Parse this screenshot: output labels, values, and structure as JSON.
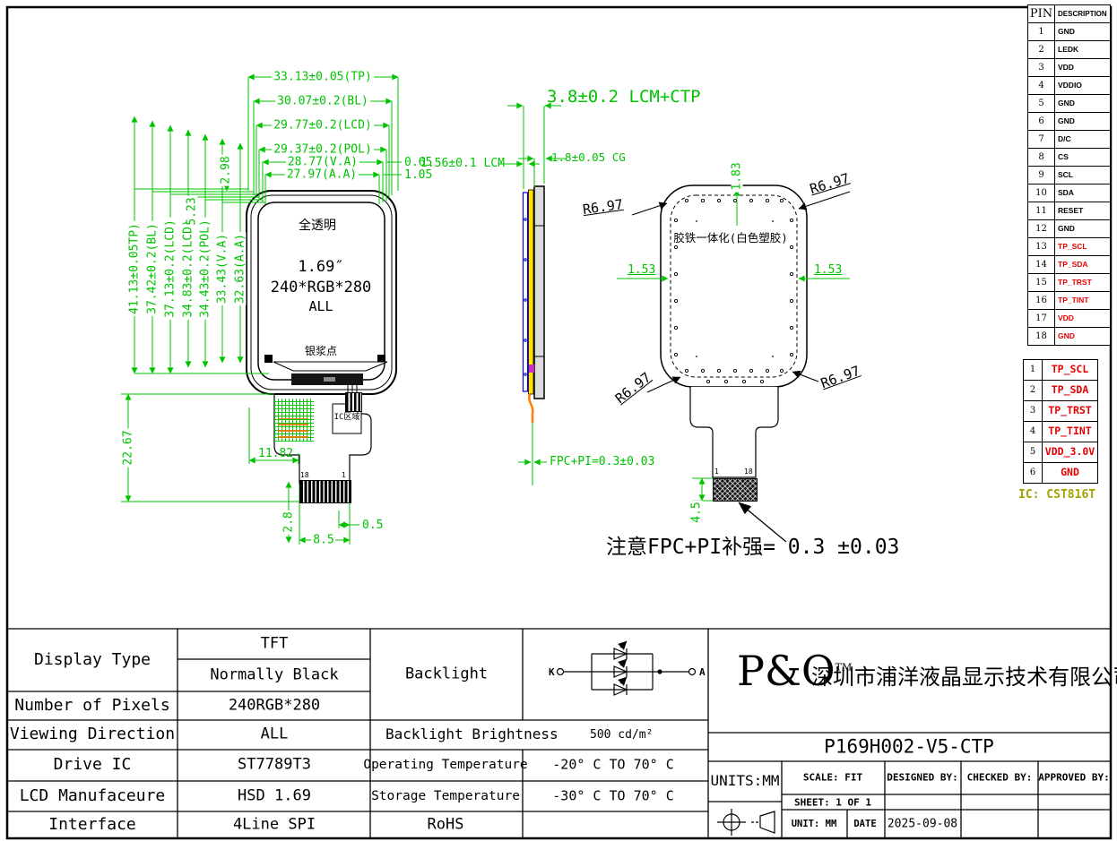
{
  "colors": {
    "dimension_green": "#00c300",
    "signal_red": "#e80000",
    "ic_note_olive": "#a3a300",
    "fpc_orange": "#ff8000",
    "layer_yellow": "#ffe200",
    "layer_blue": "#0000dd"
  },
  "pin_table": {
    "headers": [
      "PIN",
      "DESCRIPTION"
    ],
    "rows": [
      {
        "pin": "1",
        "desc": "GND"
      },
      {
        "pin": "2",
        "desc": "LEDK"
      },
      {
        "pin": "3",
        "desc": "VDD"
      },
      {
        "pin": "4",
        "desc": "VDDIO"
      },
      {
        "pin": "5",
        "desc": "GND"
      },
      {
        "pin": "6",
        "desc": "GND"
      },
      {
        "pin": "7",
        "desc": "D/C"
      },
      {
        "pin": "8",
        "desc": "CS"
      },
      {
        "pin": "9",
        "desc": "SCL"
      },
      {
        "pin": "10",
        "desc": "SDA"
      },
      {
        "pin": "11",
        "desc": "RESET"
      },
      {
        "pin": "12",
        "desc": "GND"
      },
      {
        "pin": "13",
        "desc": "TP_SCL"
      },
      {
        "pin": "14",
        "desc": "TP_SDA"
      },
      {
        "pin": "15",
        "desc": "TP_TRST"
      },
      {
        "pin": "16",
        "desc": "TP_TINT"
      },
      {
        "pin": "17",
        "desc": "VDD"
      },
      {
        "pin": "18",
        "desc": "GND"
      }
    ]
  },
  "ctp_table": {
    "rows": [
      {
        "pin": "1",
        "label": "TP_SCL"
      },
      {
        "pin": "2",
        "label": "TP_SDA"
      },
      {
        "pin": "3",
        "label": "TP_TRST"
      },
      {
        "pin": "4",
        "label": "TP_TINT"
      },
      {
        "pin": "5",
        "label": "VDD_3.0V"
      },
      {
        "pin": "6",
        "label": "GND"
      }
    ],
    "ic_note": "IC: CST816T"
  },
  "front_view": {
    "dims_top": [
      "33.13±0.05(TP)",
      "30.07±0.2(BL)",
      "29.77±0.2(LCD)",
      "29.37±0.2(POL)",
      "28.77(V.A)",
      "27.97(A.A)"
    ],
    "dim_065": "0.65",
    "dim_105": "1.05",
    "dims_left": [
      "41.13±0.05TP)",
      "37.42±0.2(BL)",
      "37.13±0.2(LCD)",
      "34.83±0.2(LCD)",
      "34.43±0.2(POL)",
      "33.43(V.A)",
      "32.63(A.A)"
    ],
    "dim_2267": "22.67",
    "dim_298": "2.98",
    "dim_523": "5.23",
    "dim_1182": "11.82",
    "dim_28": "2.8",
    "dim_85": "8.5",
    "dim_05": "0.5",
    "labels": {
      "transparent": "全透明",
      "size": "1.69″",
      "resolution": "240*RGB*280",
      "viewing": "ALL",
      "silver_dot": "银浆点",
      "ic_area": "IC区域",
      "pin_left": "18",
      "pin_right": "1"
    }
  },
  "side_view": {
    "dim_total": "3.8±0.2 LCM+CTP",
    "dim_lcm": "1.56±0.1 LCM",
    "dim_cg": "1.8±0.05 CG",
    "dim_fpc": "FPC+PI=0.3±0.03"
  },
  "back_view": {
    "label": "胶铁一体化(白色塑胶)",
    "r_corner": "R6.97",
    "dim_183": "1.83",
    "dim_153": "1.53",
    "dim_45": "4.5",
    "pin_left": "1",
    "pin_right": "18",
    "note": "注意FPC+PI补强= 0.3 ±0.03"
  },
  "spec_table": {
    "display_type_label": "Display Type",
    "display_type_1": "TFT",
    "display_type_2": "Normally Black",
    "pixels_label": "Number of Pixels",
    "pixels_value": "240RGB*280",
    "viewing_label": "Viewing Direction",
    "viewing_value": "ALL",
    "drive_label": "Drive IC",
    "drive_value": "ST7789T3",
    "manufacture_label": "LCD Manufaceure",
    "manufacture_value": "HSD 1.69",
    "interface_label": "Interface",
    "interface_value": "4Line SPI",
    "backlight_label": "Backlight",
    "circuit_k": "K",
    "circuit_a": "A",
    "brightness_label": "Backlight Brightness",
    "brightness_value": "500 cd/m²",
    "op_temp_label": "Operating Temperature",
    "op_temp_value": "-20° C TO 70° C",
    "st_temp_label": "Storage Temperature",
    "st_temp_value": "-30° C TO 70° C",
    "rohs": "RoHS"
  },
  "title_block": {
    "logo": "P&O",
    "logo_tm": "TM",
    "company": "深圳市浦洋液晶显示技术有限公司",
    "part_number": "P169H002-V5-CTP",
    "units": "UNITS:MM",
    "scale": "SCALE: FIT",
    "designed": "DESIGNED BY:",
    "checked": "CHECKED BY:",
    "approved": "APPROVED BY:",
    "sheet": "SHEET: 1 OF 1",
    "unit": "UNIT: MM",
    "date_label": "DATE",
    "date_value": "2025-09-08"
  }
}
